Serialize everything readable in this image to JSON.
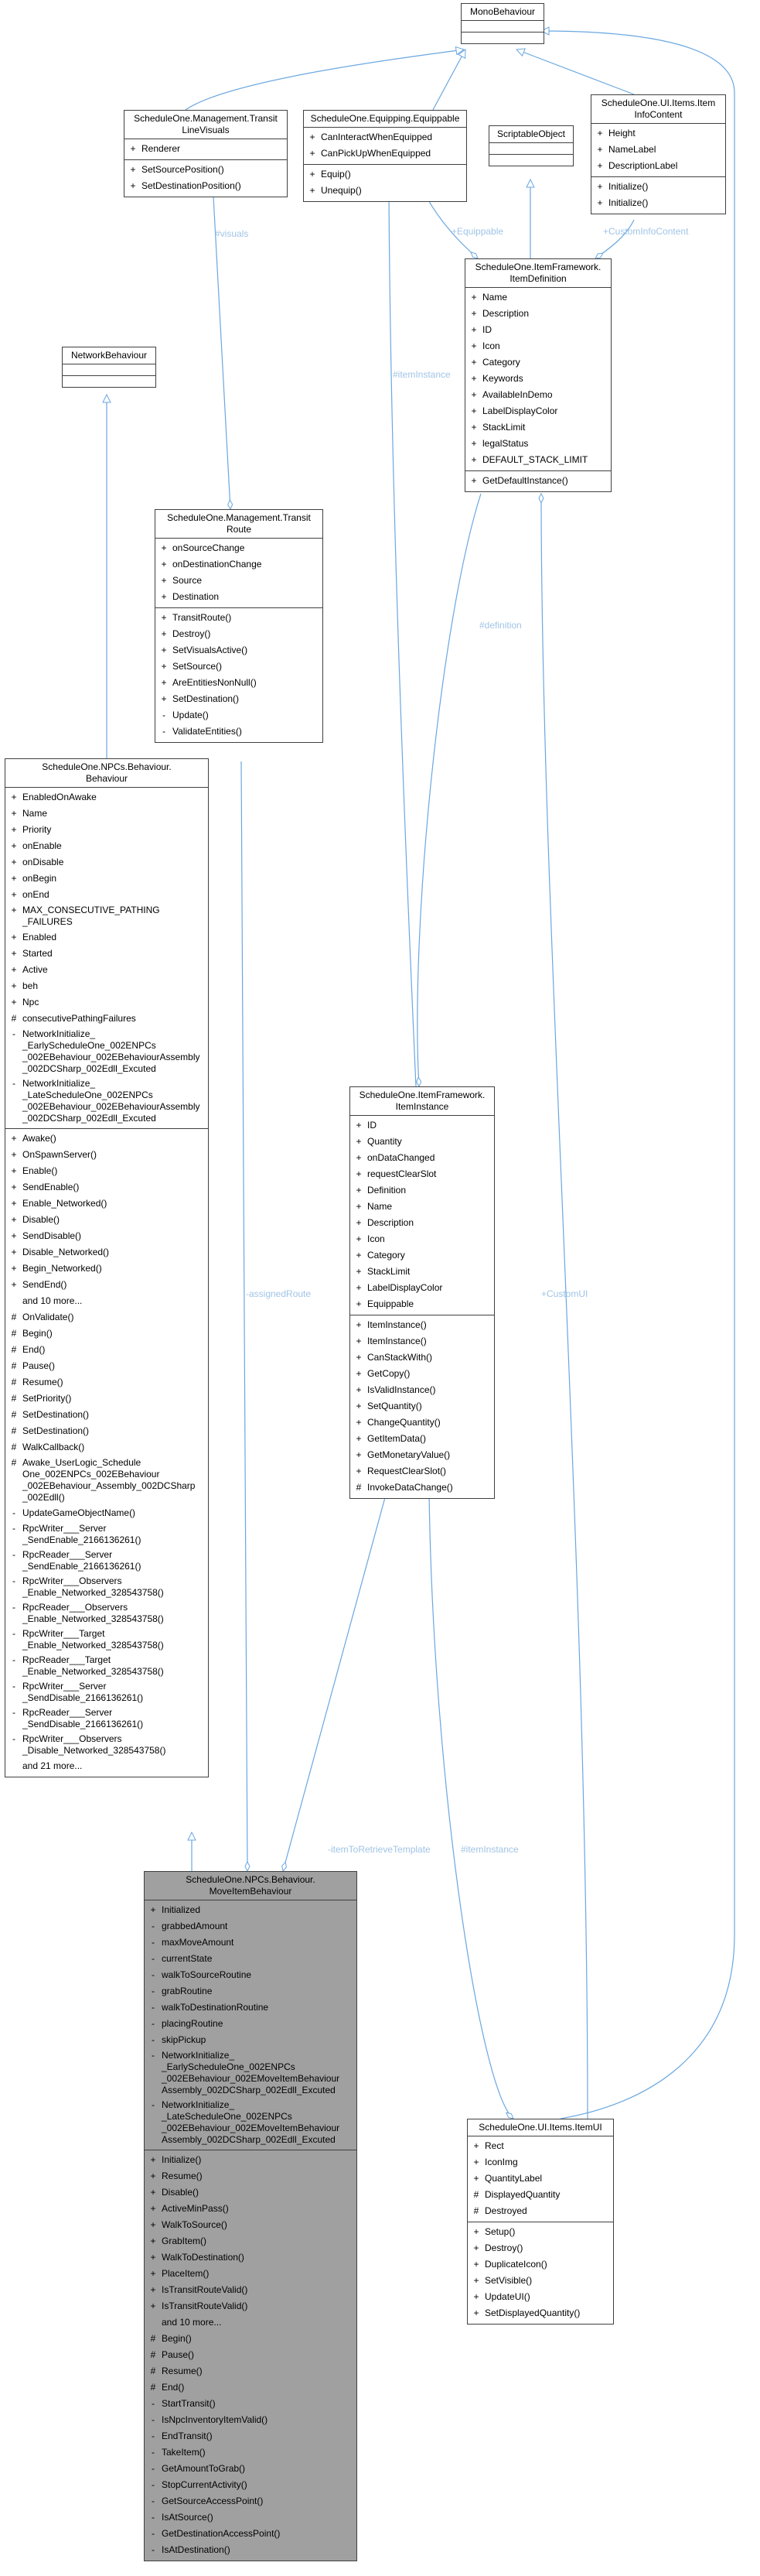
{
  "colors": {
    "edge": "#6aa7e0",
    "focus_fill": "#a0a0a0",
    "border": "#404040",
    "label": "#a0c4e6"
  },
  "classes": {
    "mono": {
      "title": [
        "MonoBehaviour"
      ],
      "sections": [
        [],
        []
      ]
    },
    "transit_line": {
      "title": [
        "ScheduleOne.Management.Transit",
        "LineVisuals"
      ],
      "sections": [
        [
          {
            "v": "+",
            "n": "Renderer"
          }
        ],
        [
          {
            "v": "+",
            "n": "SetSourcePosition()"
          },
          {
            "v": "+",
            "n": "SetDestinationPosition()"
          }
        ]
      ]
    },
    "equippable": {
      "title": [
        "ScheduleOne.Equipping.Equippable"
      ],
      "sections": [
        [
          {
            "v": "+",
            "n": "CanInteractWhenEquipped"
          },
          {
            "v": "+",
            "n": "CanPickUpWhenEquipped"
          }
        ],
        [
          {
            "v": "+",
            "n": "Equip()"
          },
          {
            "v": "+",
            "n": "Unequip()"
          }
        ]
      ]
    },
    "scriptable": {
      "title": [
        "ScriptableObject"
      ],
      "sections": [
        [],
        []
      ]
    },
    "info_content": {
      "title": [
        "ScheduleOne.UI.Items.Item",
        "InfoContent"
      ],
      "sections": [
        [
          {
            "v": "+",
            "n": "Height"
          },
          {
            "v": "+",
            "n": "NameLabel"
          },
          {
            "v": "+",
            "n": "DescriptionLabel"
          }
        ],
        [
          {
            "v": "+",
            "n": "Initialize()"
          },
          {
            "v": "+",
            "n": "Initialize()"
          }
        ]
      ]
    },
    "item_def": {
      "title": [
        "ScheduleOne.ItemFramework.",
        "ItemDefinition"
      ],
      "sections": [
        [
          {
            "v": "+",
            "n": "Name"
          },
          {
            "v": "+",
            "n": "Description"
          },
          {
            "v": "+",
            "n": "ID"
          },
          {
            "v": "+",
            "n": "Icon"
          },
          {
            "v": "+",
            "n": "Category"
          },
          {
            "v": "+",
            "n": "Keywords"
          },
          {
            "v": "+",
            "n": "AvailableInDemo"
          },
          {
            "v": "+",
            "n": "LabelDisplayColor"
          },
          {
            "v": "+",
            "n": "StackLimit"
          },
          {
            "v": "+",
            "n": "legalStatus"
          },
          {
            "v": "+",
            "n": "DEFAULT_STACK_LIMIT"
          }
        ],
        [
          {
            "v": "+",
            "n": "GetDefaultInstance()"
          }
        ]
      ]
    },
    "network": {
      "title": [
        "NetworkBehaviour"
      ],
      "sections": [
        [],
        []
      ]
    },
    "transit_route": {
      "title": [
        "ScheduleOne.Management.Transit",
        "Route"
      ],
      "sections": [
        [
          {
            "v": "+",
            "n": "onSourceChange"
          },
          {
            "v": "+",
            "n": "onDestinationChange"
          },
          {
            "v": "+",
            "n": "Source"
          },
          {
            "v": "+",
            "n": "Destination"
          }
        ],
        [
          {
            "v": "+",
            "n": "TransitRoute()"
          },
          {
            "v": "+",
            "n": "Destroy()"
          },
          {
            "v": "+",
            "n": "SetVisualsActive()"
          },
          {
            "v": "+",
            "n": "SetSource()"
          },
          {
            "v": "+",
            "n": "AreEntitiesNonNull()"
          },
          {
            "v": "+",
            "n": "SetDestination()"
          },
          {
            "v": "-",
            "n": "Update()"
          },
          {
            "v": "-",
            "n": "ValidateEntities()"
          }
        ]
      ]
    },
    "npc_behaviour": {
      "title": [
        "ScheduleOne.NPCs.Behaviour.",
        "Behaviour"
      ],
      "sections": [
        [
          {
            "v": "+",
            "n": "EnabledOnAwake"
          },
          {
            "v": "+",
            "n": "Name"
          },
          {
            "v": "+",
            "n": "Priority"
          },
          {
            "v": "+",
            "n": "onEnable"
          },
          {
            "v": "+",
            "n": "onDisable"
          },
          {
            "v": "+",
            "n": "onBegin"
          },
          {
            "v": "+",
            "n": "onEnd"
          },
          {
            "v": "+",
            "n": "MAX_CONSECUTIVE_PATHING\n_FAILURES"
          },
          {
            "v": "+",
            "n": "Enabled"
          },
          {
            "v": "+",
            "n": "Started"
          },
          {
            "v": "+",
            "n": "Active"
          },
          {
            "v": "+",
            "n": "beh"
          },
          {
            "v": "+",
            "n": "Npc"
          },
          {
            "v": "#",
            "n": "consecutivePathingFailures"
          },
          {
            "v": "-",
            "n": "NetworkInitialize_\n_EarlyScheduleOne_002ENPCs\n_002EBehaviour_002EBehaviourAssembly\n_002DCSharp_002Edll_Excuted"
          },
          {
            "v": "-",
            "n": "NetworkInitialize_\n_LateScheduleOne_002ENPCs\n_002EBehaviour_002EBehaviourAssembly\n_002DCSharp_002Edll_Excuted"
          }
        ],
        [
          {
            "v": "+",
            "n": "Awake()"
          },
          {
            "v": "+",
            "n": "OnSpawnServer()"
          },
          {
            "v": "+",
            "n": "Enable()"
          },
          {
            "v": "+",
            "n": "SendEnable()"
          },
          {
            "v": "+",
            "n": "Enable_Networked()"
          },
          {
            "v": "+",
            "n": "Disable()"
          },
          {
            "v": "+",
            "n": "SendDisable()"
          },
          {
            "v": "+",
            "n": "Disable_Networked()"
          },
          {
            "v": "+",
            "n": "Begin_Networked()"
          },
          {
            "v": "+",
            "n": "SendEnd()"
          },
          {
            "more": "and 10 more..."
          },
          {
            "v": "#",
            "n": "OnValidate()"
          },
          {
            "v": "#",
            "n": "Begin()"
          },
          {
            "v": "#",
            "n": "End()"
          },
          {
            "v": "#",
            "n": "Pause()"
          },
          {
            "v": "#",
            "n": "Resume()"
          },
          {
            "v": "#",
            "n": "SetPriority()"
          },
          {
            "v": "#",
            "n": "SetDestination()"
          },
          {
            "v": "#",
            "n": "SetDestination()"
          },
          {
            "v": "#",
            "n": "WalkCallback()"
          },
          {
            "v": "#",
            "n": "Awake_UserLogic_Schedule\nOne_002ENPCs_002EBehaviour\n_002EBehaviour_Assembly_002DCSharp\n_002Edll()"
          },
          {
            "v": "-",
            "n": "UpdateGameObjectName()"
          },
          {
            "v": "-",
            "n": "RpcWriter___Server\n_SendEnable_2166136261()"
          },
          {
            "v": "-",
            "n": "RpcReader___Server\n_SendEnable_2166136261()"
          },
          {
            "v": "-",
            "n": "RpcWriter___Observers\n_Enable_Networked_328543758()"
          },
          {
            "v": "-",
            "n": "RpcReader___Observers\n_Enable_Networked_328543758()"
          },
          {
            "v": "-",
            "n": "RpcWriter___Target\n_Enable_Networked_328543758()"
          },
          {
            "v": "-",
            "n": "RpcReader___Target\n_Enable_Networked_328543758()"
          },
          {
            "v": "-",
            "n": "RpcWriter___Server\n_SendDisable_2166136261()"
          },
          {
            "v": "-",
            "n": "RpcReader___Server\n_SendDisable_2166136261()"
          },
          {
            "v": "-",
            "n": "RpcWriter___Observers\n_Disable_Networked_328543758()"
          },
          {
            "more": "and 21 more..."
          }
        ]
      ]
    },
    "item_instance": {
      "title": [
        "ScheduleOne.ItemFramework.",
        "ItemInstance"
      ],
      "sections": [
        [
          {
            "v": "+",
            "n": "ID"
          },
          {
            "v": "+",
            "n": "Quantity"
          },
          {
            "v": "+",
            "n": "onDataChanged"
          },
          {
            "v": "+",
            "n": "requestClearSlot"
          },
          {
            "v": "+",
            "n": "Definition"
          },
          {
            "v": "+",
            "n": "Name"
          },
          {
            "v": "+",
            "n": "Description"
          },
          {
            "v": "+",
            "n": "Icon"
          },
          {
            "v": "+",
            "n": "Category"
          },
          {
            "v": "+",
            "n": "StackLimit"
          },
          {
            "v": "+",
            "n": "LabelDisplayColor"
          },
          {
            "v": "+",
            "n": "Equippable"
          }
        ],
        [
          {
            "v": "+",
            "n": "ItemInstance()"
          },
          {
            "v": "+",
            "n": "ItemInstance()"
          },
          {
            "v": "+",
            "n": "CanStackWith()"
          },
          {
            "v": "+",
            "n": "GetCopy()"
          },
          {
            "v": "+",
            "n": "IsValidInstance()"
          },
          {
            "v": "+",
            "n": "SetQuantity()"
          },
          {
            "v": "+",
            "n": "ChangeQuantity()"
          },
          {
            "v": "+",
            "n": "GetItemData()"
          },
          {
            "v": "+",
            "n": "GetMonetaryValue()"
          },
          {
            "v": "+",
            "n": "RequestClearSlot()"
          },
          {
            "v": "#",
            "n": "InvokeDataChange()"
          }
        ]
      ]
    },
    "item_ui": {
      "title": [
        "ScheduleOne.UI.Items.ItemUI"
      ],
      "sections": [
        [
          {
            "v": "+",
            "n": "Rect"
          },
          {
            "v": "+",
            "n": "IconImg"
          },
          {
            "v": "+",
            "n": "QuantityLabel"
          },
          {
            "v": "#",
            "n": "DisplayedQuantity"
          },
          {
            "v": "#",
            "n": "Destroyed"
          }
        ],
        [
          {
            "v": "+",
            "n": "Setup()"
          },
          {
            "v": "+",
            "n": "Destroy()"
          },
          {
            "v": "+",
            "n": "DuplicateIcon()"
          },
          {
            "v": "+",
            "n": "SetVisible()"
          },
          {
            "v": "+",
            "n": "UpdateUI()"
          },
          {
            "v": "+",
            "n": "SetDisplayedQuantity()"
          }
        ]
      ]
    },
    "move_item": {
      "title": [
        "ScheduleOne.NPCs.Behaviour.",
        "MoveItemBehaviour"
      ],
      "sections": [
        [
          {
            "v": "+",
            "n": "Initialized"
          },
          {
            "v": "-",
            "n": "grabbedAmount"
          },
          {
            "v": "-",
            "n": "maxMoveAmount"
          },
          {
            "v": "-",
            "n": "currentState"
          },
          {
            "v": "-",
            "n": "walkToSourceRoutine"
          },
          {
            "v": "-",
            "n": "grabRoutine"
          },
          {
            "v": "-",
            "n": "walkToDestinationRoutine"
          },
          {
            "v": "-",
            "n": "placingRoutine"
          },
          {
            "v": "-",
            "n": "skipPickup"
          },
          {
            "v": "-",
            "n": "NetworkInitialize_\n_EarlyScheduleOne_002ENPCs\n_002EBehaviour_002EMoveItemBehaviour\nAssembly_002DCSharp_002Edll_Excuted"
          },
          {
            "v": "-",
            "n": "NetworkInitialize_\n_LateScheduleOne_002ENPCs\n_002EBehaviour_002EMoveItemBehaviour\nAssembly_002DCSharp_002Edll_Excuted"
          }
        ],
        [
          {
            "v": "+",
            "n": "Initialize()"
          },
          {
            "v": "+",
            "n": "Resume()"
          },
          {
            "v": "+",
            "n": "Disable()"
          },
          {
            "v": "+",
            "n": "ActiveMinPass()"
          },
          {
            "v": "+",
            "n": "WalkToSource()"
          },
          {
            "v": "+",
            "n": "GrabItem()"
          },
          {
            "v": "+",
            "n": "WalkToDestination()"
          },
          {
            "v": "+",
            "n": "PlaceItem()"
          },
          {
            "v": "+",
            "n": "IsTransitRouteValid()"
          },
          {
            "v": "+",
            "n": "IsTransitRouteValid()"
          },
          {
            "more": "and 10 more..."
          },
          {
            "v": "#",
            "n": "Begin()"
          },
          {
            "v": "#",
            "n": "Pause()"
          },
          {
            "v": "#",
            "n": "Resume()"
          },
          {
            "v": "#",
            "n": "End()"
          },
          {
            "v": "-",
            "n": "StartTransit()"
          },
          {
            "v": "-",
            "n": "IsNpcInventoryItemValid()"
          },
          {
            "v": "-",
            "n": "EndTransit()"
          },
          {
            "v": "-",
            "n": "TakeItem()"
          },
          {
            "v": "-",
            "n": "GetAmountToGrab()"
          },
          {
            "v": "-",
            "n": "StopCurrentActivity()"
          },
          {
            "v": "-",
            "n": "GetSourceAccessPoint()"
          },
          {
            "v": "-",
            "n": "IsAtSource()"
          },
          {
            "v": "-",
            "n": "GetDestinationAccessPoint()"
          },
          {
            "v": "-",
            "n": "IsAtDestination()"
          }
        ]
      ]
    }
  },
  "edge_labels": {
    "visuals": "#visuals",
    "equippable": "+Equippable",
    "custom_info_content": "+CustomInfoContent",
    "item_instance_equip": "#itemInstance",
    "definition": "#definition",
    "assigned_route": "-assignedRoute",
    "custom_ui": "+CustomUI",
    "item_to_retrieve": "-itemToRetrieveTemplate",
    "item_instance_ui": "#itemInstance"
  }
}
